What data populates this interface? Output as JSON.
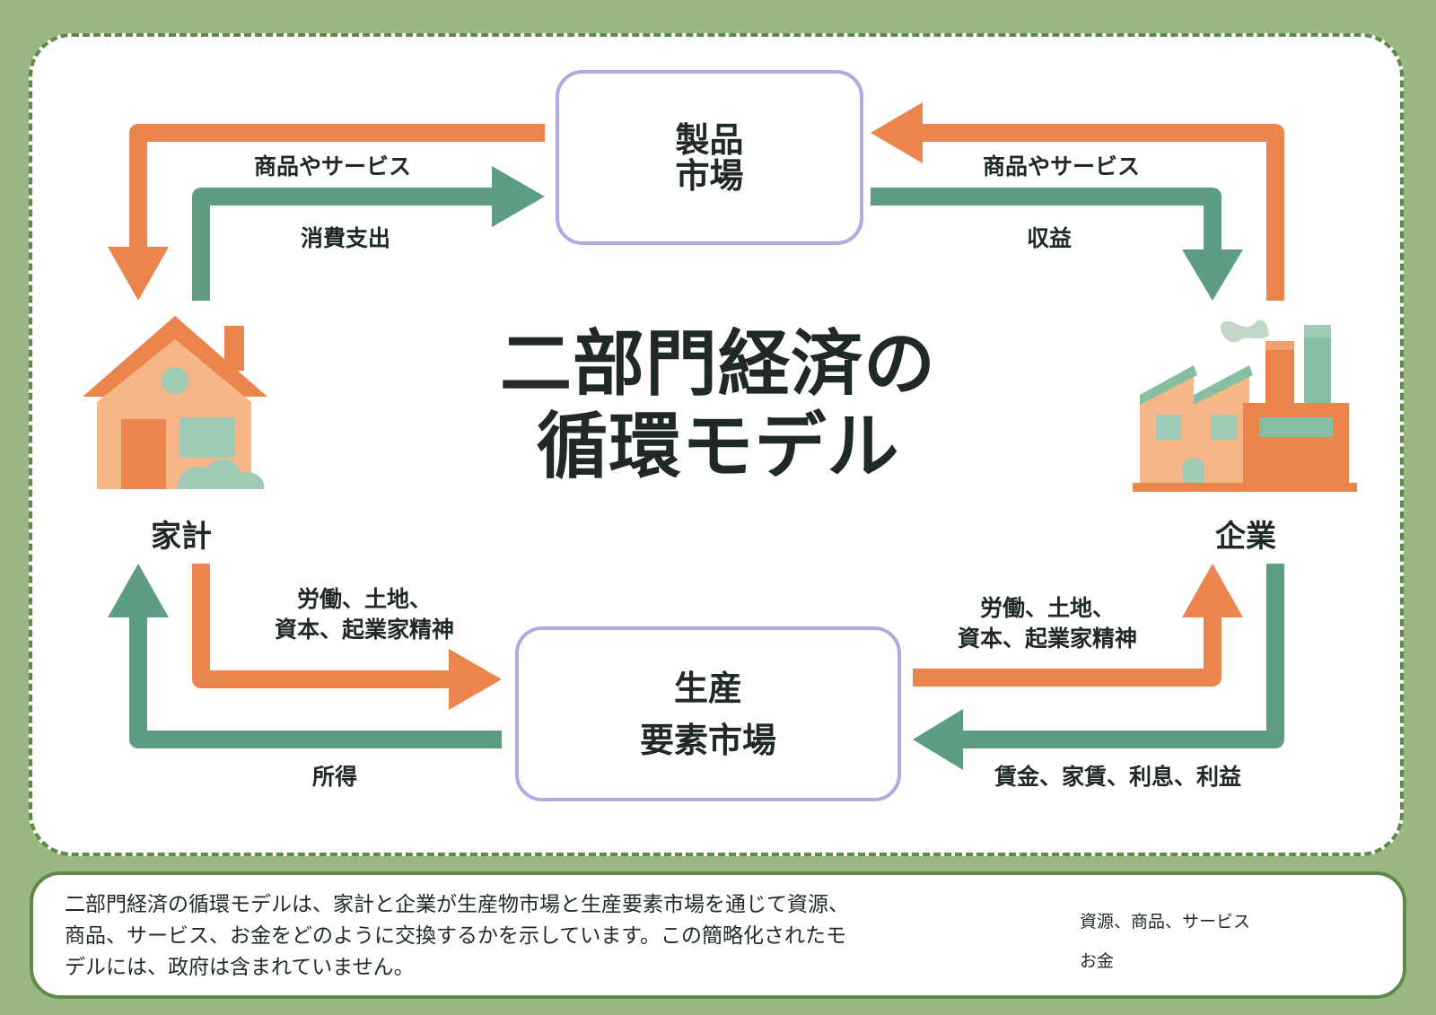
{
  "title": {
    "line1": "二部門経済の",
    "line2": "循環モデル"
  },
  "markets": {
    "goods": {
      "line1": "製品",
      "line2": "市場"
    },
    "factors": {
      "line1": "生産",
      "line2": "要素市場"
    }
  },
  "actors": {
    "household": "家計",
    "firm": "企業"
  },
  "flows": {
    "goods_to_household": "商品やサービス",
    "household_spending": "消費支出",
    "goods_from_firm": "商品やサービス",
    "firm_revenue": "収益",
    "household_factors_line1": "労働、土地、",
    "household_factors_line2": "資本、起業家精神",
    "firm_factors_line1": "労働、土地、",
    "firm_factors_line2": "資本、起業家精神",
    "household_income": "所得",
    "firm_payments": "賃金、家賃、利息、利益"
  },
  "footer": {
    "description_line1": "二部門経済の循環モデルは、家計と企業が生産物市場と生産要素市場を通じて資源、",
    "description_line2": "商品、サービス、お金をどのように交換するかを示しています。この簡略化されたモ",
    "description_line3": "デルには、政府は含まれていません。"
  },
  "legend": {
    "resources": {
      "label": "資源、商品、サービス",
      "color": "#ec844e"
    },
    "money": {
      "label": "お金",
      "color": "#5f9d83"
    }
  },
  "colors": {
    "orange": "#ec844e",
    "green": "#5f9d83",
    "background": "#9bb784",
    "border": "#5e8a47",
    "market_border": "#b2a9e0"
  },
  "icons": {
    "household": "house-icon",
    "firm": "factory-icon"
  }
}
